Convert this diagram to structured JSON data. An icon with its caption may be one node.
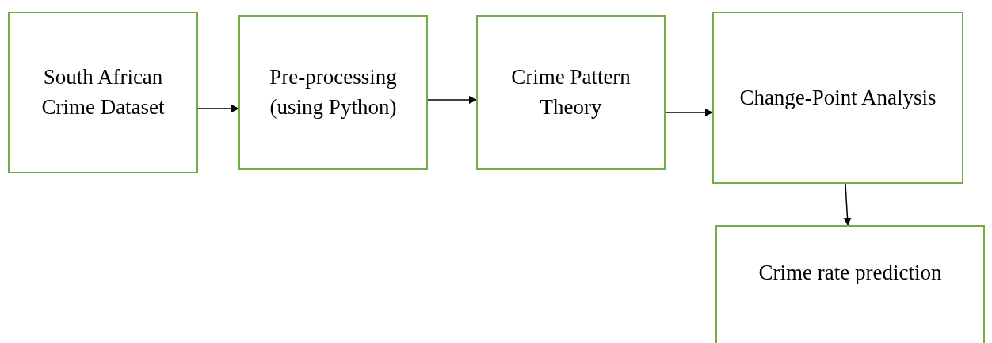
{
  "diagram": {
    "nodes": [
      {
        "text": [
          "South African Crime Dataset"
        ]
      },
      {
        "text": [
          "Pre-processing (using Python)"
        ]
      },
      {
        "text": [
          "Crime Pattern Theory"
        ]
      },
      {
        "text": [
          "Change-Point Analysis"
        ]
      },
      {
        "text": [
          "Crime rate prediction"
        ]
      }
    ],
    "edges": [
      {
        "from": 0,
        "to": 1,
        "arrow": "to"
      },
      {
        "from": 1,
        "to": 2,
        "arrow": "to"
      },
      {
        "from": 2,
        "to": 3,
        "arrow": "to"
      },
      {
        "from": 3,
        "to": 4,
        "arrow": "to"
      }
    ]
  }
}
